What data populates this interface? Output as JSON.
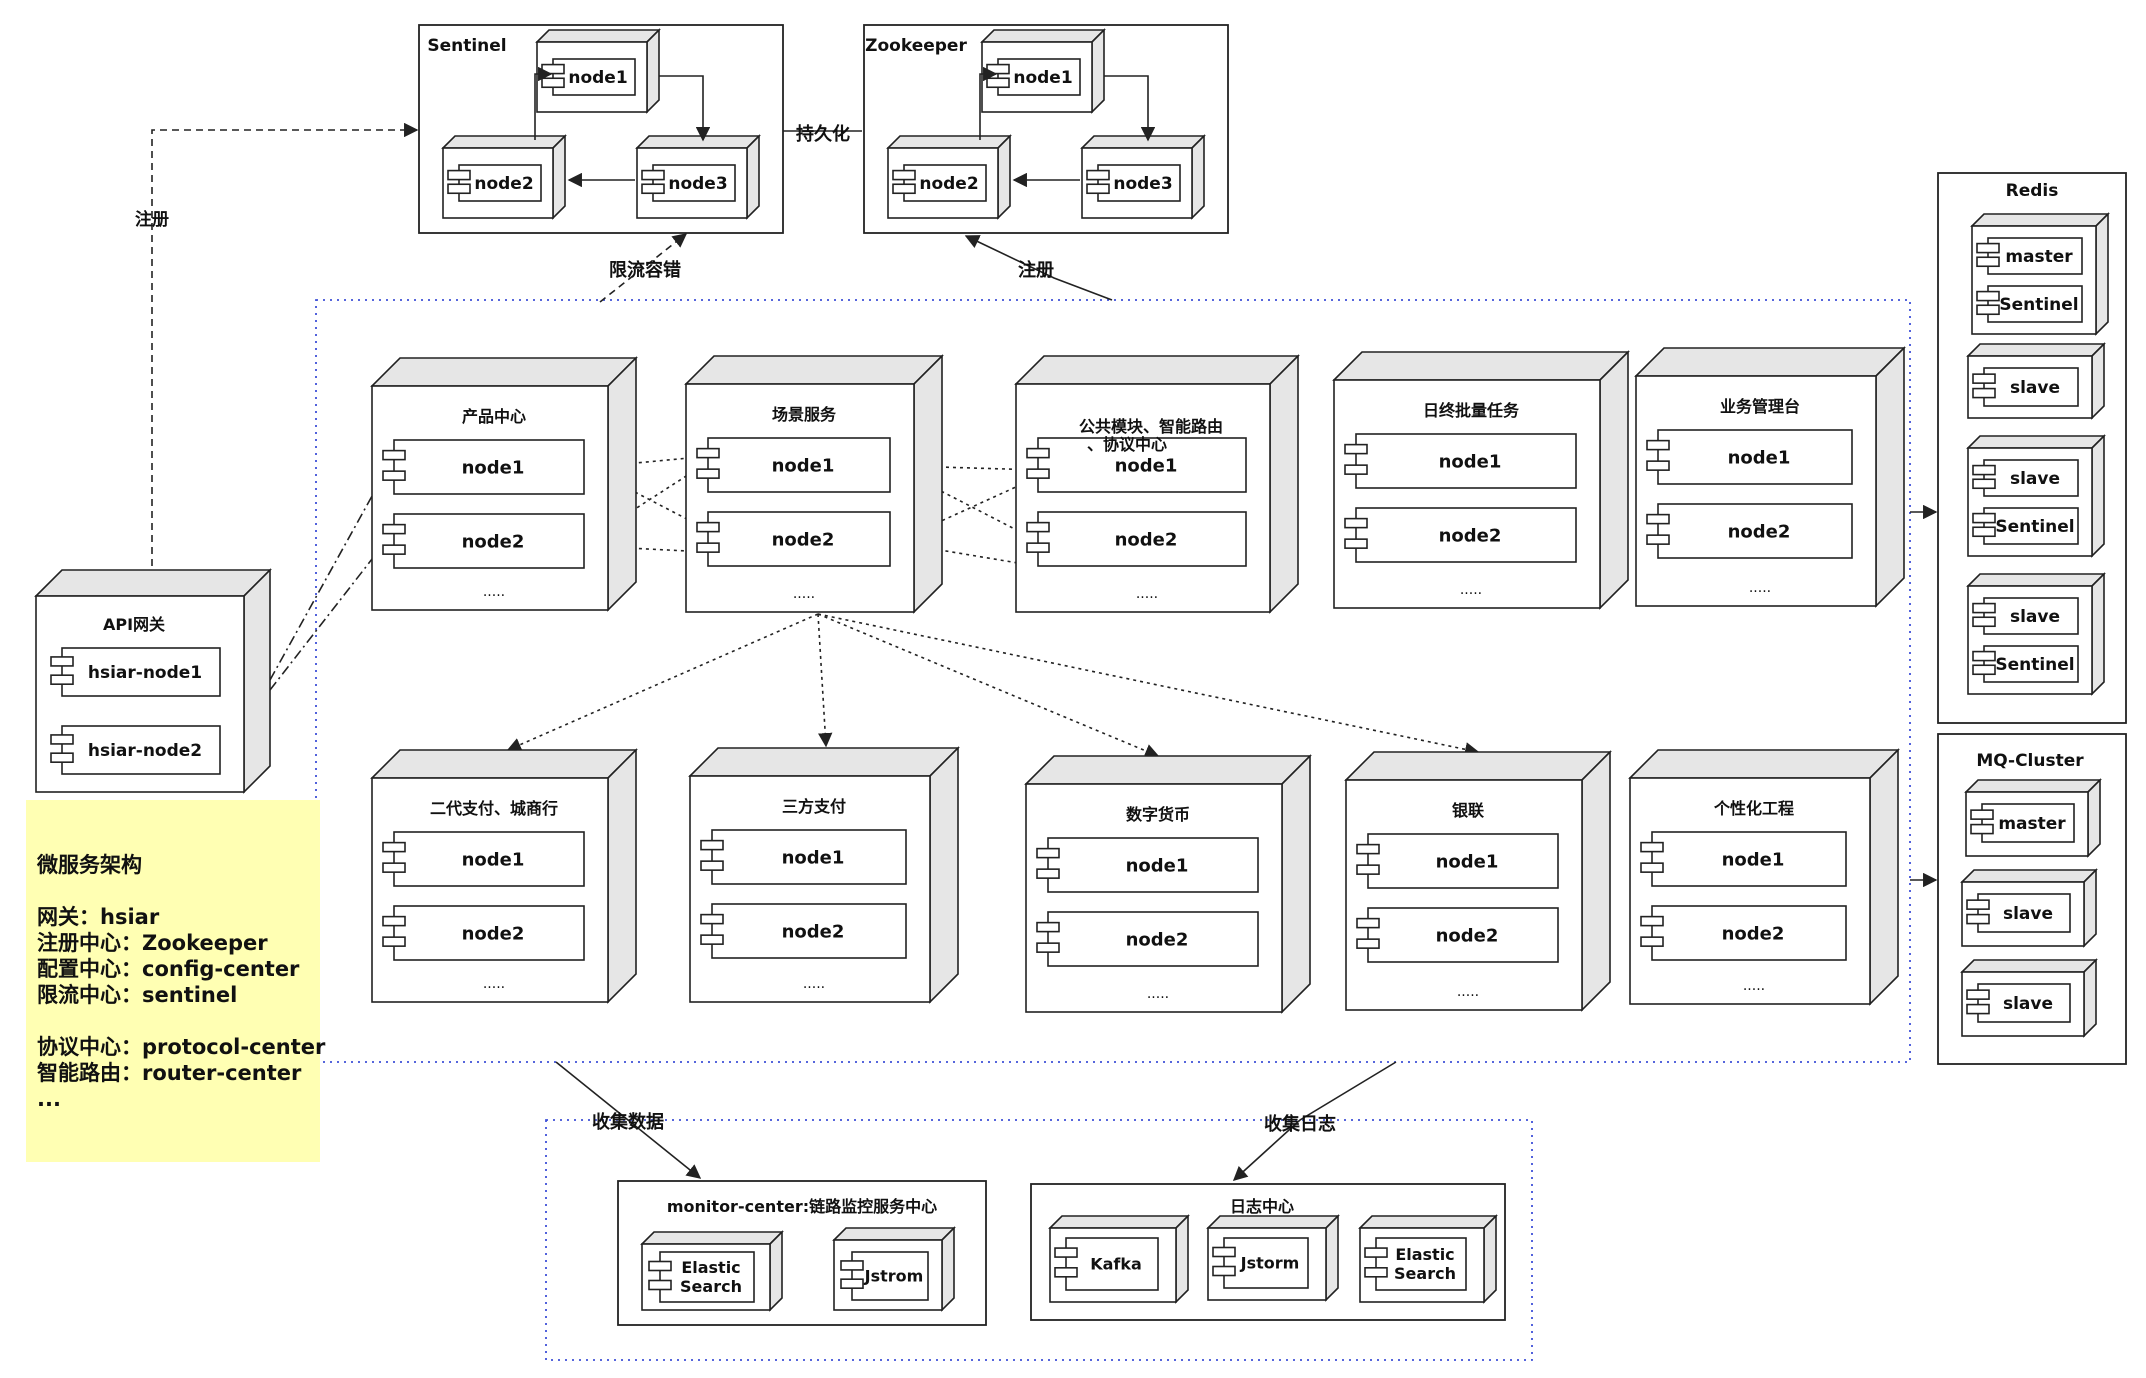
{
  "sentinel": {
    "title": "Sentinel",
    "nodes": [
      "node1",
      "node2",
      "node3"
    ]
  },
  "zookeeper": {
    "title": "Zookeeper",
    "nodes": [
      "node1",
      "node2",
      "node3"
    ]
  },
  "labels": {
    "persist": "持久化",
    "register_left": "注册",
    "register_top": "注册",
    "rate_limit": "限流容错",
    "collect_data": "收集数据",
    "collect_log": "收集日志"
  },
  "gateway": {
    "title": "API网关",
    "nodes": [
      "hsiar-node1",
      "hsiar-node2"
    ]
  },
  "services_row1": [
    {
      "title": "产品中心",
      "nodes": [
        "node1",
        "node2"
      ],
      "more": "....."
    },
    {
      "title": "场景服务",
      "nodes": [
        "node1",
        "node2"
      ],
      "more": "....."
    },
    {
      "title": "公共模块、智能路由、协议中心",
      "nodes": [
        "node1",
        "node2"
      ],
      "more": "....."
    },
    {
      "title": "日终批量任务",
      "nodes": [
        "node1",
        "node2"
      ],
      "more": "....."
    },
    {
      "title": "业务管理台",
      "nodes": [
        "node1",
        "node2"
      ],
      "more": "....."
    }
  ],
  "services_row2": [
    {
      "title": "二代支付、城商行",
      "nodes": [
        "node1",
        "node2"
      ],
      "more": "....."
    },
    {
      "title": "三方支付",
      "nodes": [
        "node1",
        "node2"
      ],
      "more": "....."
    },
    {
      "title": "数字货币",
      "nodes": [
        "node1",
        "node2"
      ],
      "more": "....."
    },
    {
      "title": "银联",
      "nodes": [
        "node1",
        "node2"
      ],
      "more": "....."
    },
    {
      "title": "个性化工程",
      "nodes": [
        "node1",
        "node2"
      ],
      "more": "....."
    }
  ],
  "redis": {
    "title": "Redis",
    "groups": [
      [
        "master",
        "Sentinel"
      ],
      [
        "slave"
      ],
      [
        "slave",
        "Sentinel"
      ],
      [
        "slave",
        "Sentinel"
      ]
    ]
  },
  "mq": {
    "title": "MQ-Cluster",
    "nodes": [
      "master",
      "slave",
      "slave"
    ]
  },
  "monitor": {
    "title": "monitor-center:链路监控服务中心",
    "nodes": [
      [
        "Elastic",
        "Search"
      ],
      [
        "Jstrom"
      ]
    ]
  },
  "log_center": {
    "title": "日志中心",
    "nodes": [
      [
        "Kafka"
      ],
      [
        "Jstorm"
      ],
      [
        "Elastic",
        "Search"
      ]
    ]
  },
  "note_lines": [
    "微服务架构",
    "",
    "网关：hsiar",
    "注册中心：Zookeeper",
    "配置中心：config-center",
    "限流中心：sentinel",
    "",
    "协议中心：protocol-center",
    "智能路由：router-center",
    "..."
  ],
  "colors": {
    "line": "#222222",
    "box_side": "#e6e6e6",
    "dotted_region": "#3f51d8",
    "note_bg": "#ffffb3",
    "background": "#ffffff"
  }
}
